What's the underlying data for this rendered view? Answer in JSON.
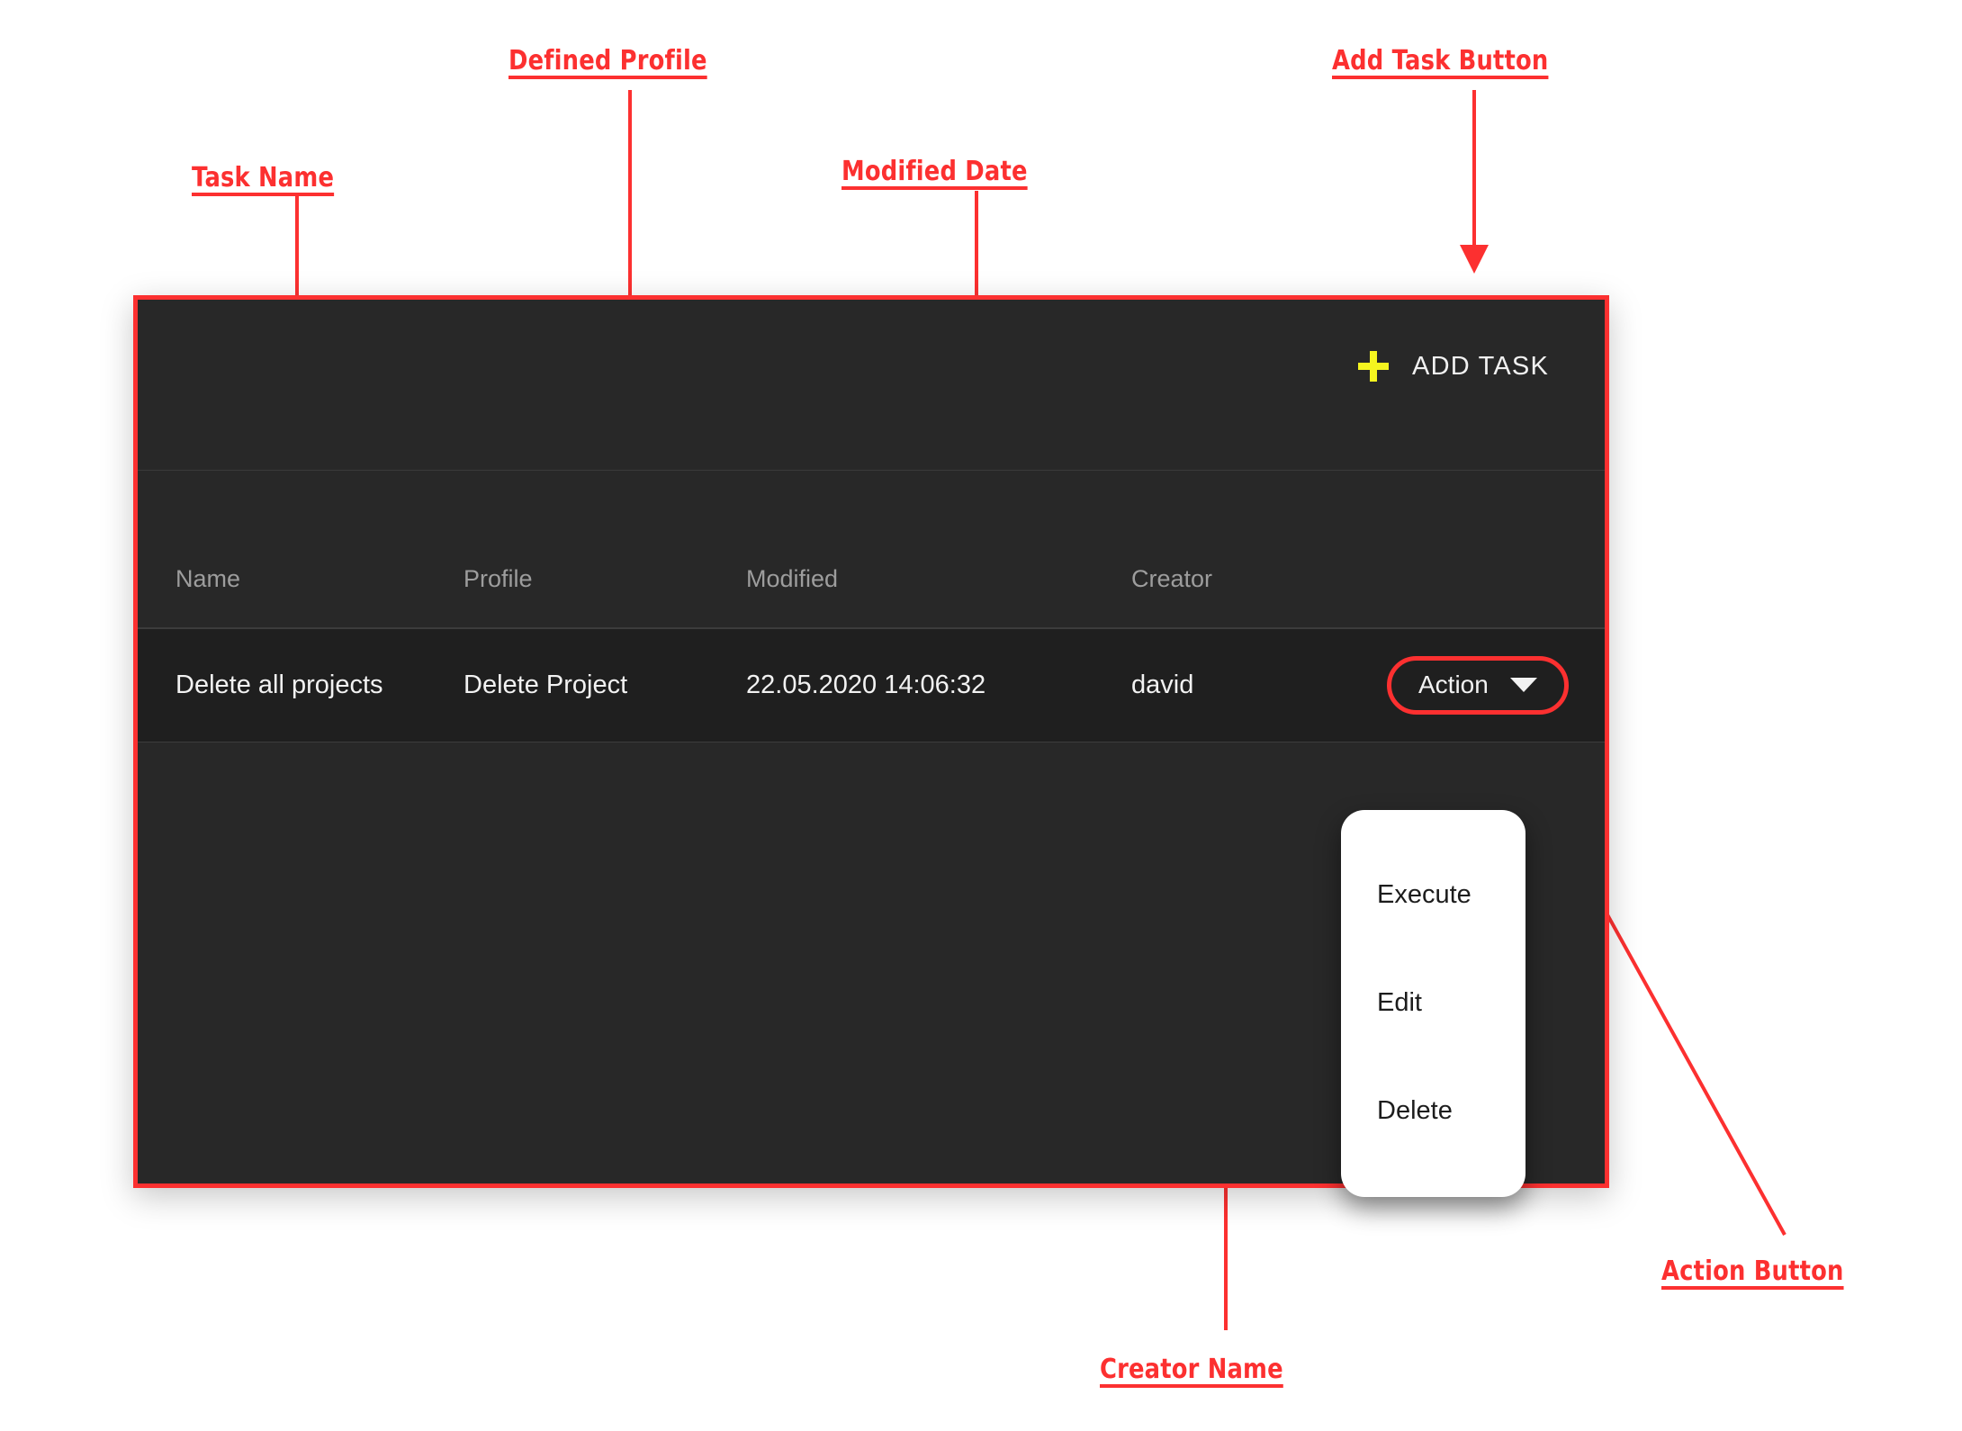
{
  "annotations": [
    {
      "id": "task-name",
      "label": "Task Name"
    },
    {
      "id": "defined-profile",
      "label": "Defined Profile"
    },
    {
      "id": "modified-date",
      "label": "Modified Date"
    },
    {
      "id": "add-task-button",
      "label": "Add Task Button"
    },
    {
      "id": "creator-name",
      "label": "Creator Name"
    },
    {
      "id": "action-button",
      "label": "Action Button"
    }
  ],
  "colors": {
    "annotation": "#fc3030",
    "panel_bg": "#282828",
    "row_bg": "#1f1f1f",
    "plus_icon": "#f5f51f",
    "menu_bg": "#ffffff"
  },
  "toolbar": {
    "add_task_label": "ADD TASK",
    "plus_icon": "plus-icon"
  },
  "table": {
    "headers": [
      "Name",
      "Profile",
      "Modified",
      "Creator"
    ],
    "rows": [
      {
        "name": "Delete all projects",
        "profile": "Delete Project",
        "modified": "22.05.2020 14:06:32",
        "creator": "david",
        "action_label": "Action",
        "action_icon": "chevron-down-icon"
      }
    ]
  },
  "dropdown": {
    "items": [
      "Execute",
      "Edit",
      "Delete"
    ]
  }
}
